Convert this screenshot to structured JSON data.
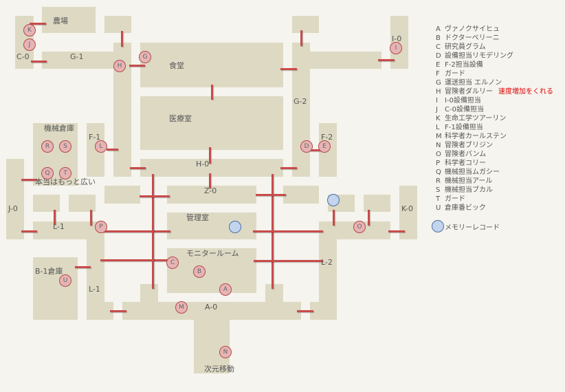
{
  "rooms": {
    "farm": "農場",
    "c0": "C-0",
    "g1": "G-1",
    "dining": "食堂",
    "medical": "医療室",
    "machine_storage": "機械倉庫",
    "f1": "F-1",
    "h0": "H-0",
    "actually_larger": "本当はもっと広い",
    "j0": "J-0",
    "l1_top": "L-1",
    "z0": "Z-0",
    "management": "管理室",
    "monitor": "モニタールーム",
    "b1_storage": "B-1倉庫",
    "l1_bottom": "L-1",
    "a0": "A-0",
    "dimension_move": "次元移動",
    "g2": "G-2",
    "f2": "F-2",
    "i0": "I-0",
    "k0": "K-0",
    "l2": "L-2"
  },
  "characters": {
    "A": "A",
    "B": "B",
    "C": "C",
    "D": "D",
    "E": "E",
    "G": "G",
    "H": "H",
    "I": "I",
    "J": "J",
    "K": "K",
    "L": "L",
    "M": "M",
    "N": "N",
    "O": "O",
    "P": "P",
    "Q": "Q",
    "R": "R",
    "S": "S",
    "T": "T",
    "U": "U"
  },
  "legend": [
    {
      "key": "A",
      "name": "ヴァノクサイヒュ"
    },
    {
      "key": "B",
      "name": "ドクターベリーニ"
    },
    {
      "key": "C",
      "name": "研究員グラム"
    },
    {
      "key": "D",
      "name": "設備担当リモデリング"
    },
    {
      "key": "E",
      "name": "F-2担当設備"
    },
    {
      "key": "F",
      "name": "ガード"
    },
    {
      "key": "G",
      "name": "運送担当 エルノン"
    },
    {
      "key": "H",
      "name": "冒険者ダルリー",
      "note": "速度増加をくれる"
    },
    {
      "key": "I",
      "name": "I-0設備担当"
    },
    {
      "key": "J",
      "name": "C-0設備担当"
    },
    {
      "key": "K",
      "name": "生命工学ツアーリン"
    },
    {
      "key": "L",
      "name": "F-1設備担当"
    },
    {
      "key": "M",
      "name": "科学者カールステン"
    },
    {
      "key": "N",
      "name": "冒険者ブリジン"
    },
    {
      "key": "O",
      "name": "冒険者バンム"
    },
    {
      "key": "P",
      "name": "科学者コリー"
    },
    {
      "key": "Q",
      "name": "機械担当ムガシー"
    },
    {
      "key": "R",
      "name": "機械担当アール"
    },
    {
      "key": "S",
      "name": "機械担当ブカル"
    },
    {
      "key": "T",
      "name": "ガード"
    },
    {
      "key": "U",
      "name": "倉庫番ビック"
    }
  ],
  "memory_legend": "メモリーレコード",
  "colors": {
    "room": "#ddd9c3",
    "door": "#c84b4b",
    "npc": "#e5b4b4",
    "memory": "#c3d5ee",
    "note": "#e00000"
  }
}
